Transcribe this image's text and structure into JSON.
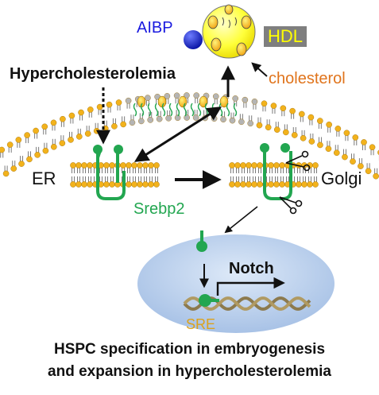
{
  "labels": {
    "aibp": "AIBP",
    "hdl": "HDL",
    "cholesterol": "cholesterol",
    "hypercholesterolemia": "Hypercholesterolemia",
    "er": "ER",
    "golgi": "Golgi",
    "srebp2": "Srebp2",
    "notch": "Notch",
    "sre": "SRE"
  },
  "caption": {
    "line1": "HSPC specification in embryogenesis",
    "line2": "and expansion in hypercholesterolemia"
  },
  "colors": {
    "lipid_head": "#f2b21c",
    "lipid_tail": "#7a7a7a",
    "grey_head": "#b4b4b4",
    "srebp_green": "#22a650",
    "hdl_yellow": "#ffff3a",
    "aibp_blue": "#1d2bd6",
    "cholesterol_orange": "#e0741c",
    "nucleus_blue": "#bcd2ee",
    "dna_strand": "#8c7a4e"
  }
}
